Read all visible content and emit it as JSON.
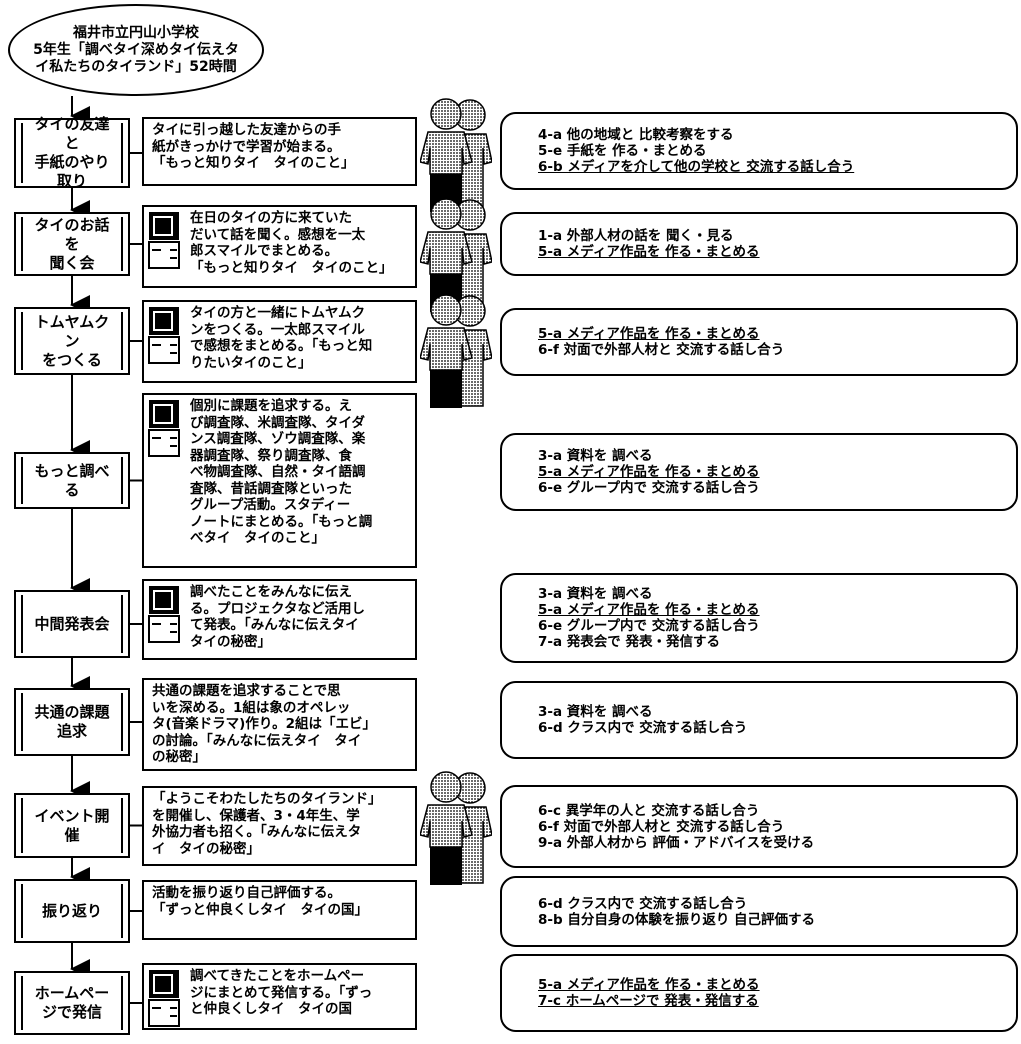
{
  "title_lines": [
    "福井市立円山小学校",
    "5年生「調べタイ深めタイ伝えタ",
    "イ私たちのタイランド」52時間"
  ],
  "steps": [
    {
      "step_lines": [
        "タイの友達と",
        "手紙のやり",
        "取り"
      ],
      "desc_lines": [
        "タイに引っ越した友達からの手",
        "紙がきっかけで学習が始まる。",
        "「もっと知りタイ　タイのこと」"
      ],
      "has_pc": false,
      "has_people": true,
      "activities": [
        {
          "text": "4-a 他の地域と 比較考察をする",
          "underlined": false
        },
        {
          "text": "5-e 手紙を 作る・まとめる",
          "underlined": false
        },
        {
          "text": "6-b メディアを介して他の学校と 交流する話し合う",
          "underlined": true
        }
      ]
    },
    {
      "step_lines": [
        "タイのお話を",
        "聞く会"
      ],
      "desc_lines": [
        "在日のタイの方に来ていた",
        "だいて話を聞く。感想を一太",
        "郎スマイルでまとめる。",
        "「もっと知りタイ　タイのこと」"
      ],
      "has_pc": true,
      "has_people": true,
      "activities": [
        {
          "text": "1-a 外部人材の話を 聞く・見る",
          "underlined": false
        },
        {
          "text": "5-a メディア作品を 作る・まとめる",
          "underlined": true
        }
      ]
    },
    {
      "step_lines": [
        "トムヤムクン",
        "をつくる"
      ],
      "desc_lines": [
        "タイの方と一緒にトムヤムク",
        "ンをつくる。一太郎スマイル",
        "で感想をまとめる。「もっと知",
        "りたいタイのこと」"
      ],
      "has_pc": true,
      "has_people": true,
      "activities": [
        {
          "text": "5-a メディア作品を 作る・まとめる",
          "underlined": true
        },
        {
          "text": "6-f 対面で外部人材と 交流する話し合う",
          "underlined": false
        }
      ]
    },
    {
      "step_lines": [
        "もっと調べる"
      ],
      "desc_lines": [
        "個別に課題を追求する。え",
        "び調査隊、米調査隊、タイダ",
        "ンス調査隊、ゾウ調査隊、楽",
        "器調査隊、祭り調査隊、食",
        "べ物調査隊、自然・タイ語調",
        "査隊、昔話調査隊といった",
        "グループ活動。スタディー",
        "ノートにまとめる。「もっと調",
        "べタイ　タイのこと」"
      ],
      "has_pc": true,
      "has_people": false,
      "activities": [
        {
          "text": "3-a 資料を 調べる",
          "underlined": false
        },
        {
          "text": "5-a メディア作品を 作る・まとめる",
          "underlined": true
        },
        {
          "text": "6-e グループ内で 交流する話し合う",
          "underlined": false
        }
      ]
    },
    {
      "step_lines": [
        "中間発表会"
      ],
      "desc_lines": [
        "調べたことをみんなに伝え",
        "る。プロジェクタなど活用し",
        "て発表。「みんなに伝えタイ",
        "タイの秘密」"
      ],
      "has_pc": true,
      "has_people": false,
      "activities": [
        {
          "text": "3-a 資料を 調べる",
          "underlined": false
        },
        {
          "text": "5-a メディア作品を 作る・まとめる",
          "underlined": true
        },
        {
          "text": "6-e グループ内で 交流する話し合う",
          "underlined": false
        },
        {
          "text": "7-a 発表会で 発表・発信する",
          "underlined": false
        }
      ]
    },
    {
      "step_lines": [
        "共通の課題",
        "追求"
      ],
      "desc_lines": [
        "共通の課題を追求することで思",
        "いを深める。1組は象のオペレッ",
        "タ(音楽ドラマ)作り。2組は「エビ」",
        "の討論。「みんなに伝えタイ　タイ",
        "の秘密」"
      ],
      "has_pc": false,
      "has_people": false,
      "activities": [
        {
          "text": "3-a 資料を 調べる",
          "underlined": false
        },
        {
          "text": "6-d クラス内で 交流する話し合う",
          "underlined": false
        }
      ]
    },
    {
      "step_lines": [
        "イベント開催"
      ],
      "desc_lines": [
        "「ようこそわたしたちのタイランド」",
        "を開催し、保護者、3・4年生、学",
        "外協力者も招く。「みんなに伝えタ",
        "イ　タイの秘密」"
      ],
      "has_pc": false,
      "has_people": true,
      "activities": [
        {
          "text": "6-c 異学年の人と 交流する話し合う",
          "underlined": false
        },
        {
          "text": "6-f 対面で外部人材と 交流する話し合う",
          "underlined": false
        },
        {
          "text": "9-a 外部人材から 評価・アドバイスを受ける",
          "underlined": false
        }
      ]
    },
    {
      "step_lines": [
        "振り返り"
      ],
      "desc_lines": [
        "活動を振り返り自己評価する。",
        "「ずっと仲良くしタイ　タイの国」"
      ],
      "has_pc": false,
      "has_people": false,
      "activities": [
        {
          "text": "6-d クラス内で 交流する話し合う",
          "underlined": false
        },
        {
          "text": "8-b 自分自身の体験を振り返り 自己評価する",
          "underlined": false
        }
      ]
    },
    {
      "step_lines": [
        "ホームペー",
        "ジで発信"
      ],
      "desc_lines": [
        "調べてきたことをホームペー",
        "ジにまとめて発信する。「ずっ",
        "と仲良くしタイ　タイの国"
      ],
      "has_pc": true,
      "has_people": false,
      "activities": [
        {
          "text": "5-a メディア作品を 作る・まとめる",
          "underlined": true
        },
        {
          "text": "7-c ホームページで 発表・発信する",
          "underlined": true
        }
      ]
    }
  ]
}
